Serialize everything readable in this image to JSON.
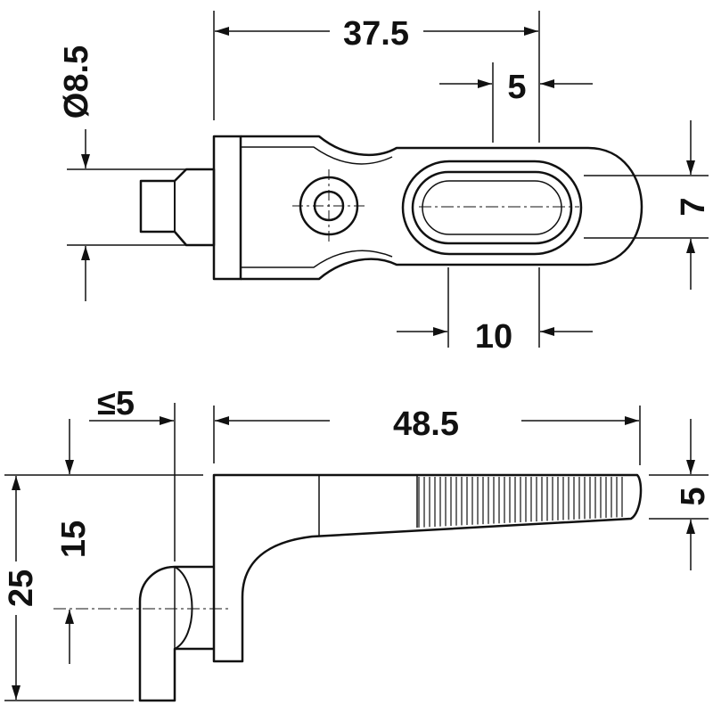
{
  "colors": {
    "ink": "#111111",
    "paper": "#ffffff"
  },
  "top_view": {
    "width_label": "37.5",
    "slot_offset_label": "5",
    "diameter_label": "Ø8.5",
    "slot_width_label": "7",
    "slot_length_label": "10"
  },
  "side_view": {
    "overhang_label": "≤5",
    "length_label": "48.5",
    "total_height_label": "25",
    "body_height_label": "15",
    "tip_thickness_label": "5"
  }
}
